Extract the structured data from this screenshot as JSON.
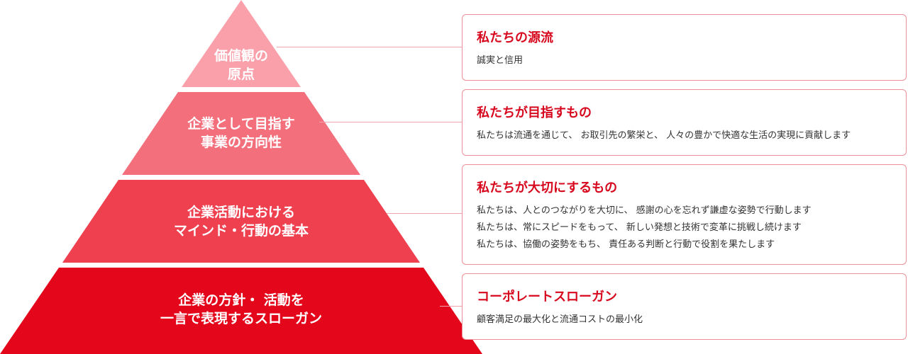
{
  "colors": {
    "tier1": "#f9a0aa",
    "tier2": "#f36f7c",
    "tier3": "#ef4050",
    "tier4": "#e4071c",
    "heading": "#d7081e"
  },
  "tiers": [
    {
      "label": "価値観の\n原点",
      "title": "私たちの源流",
      "lines": [
        "誠実と信用"
      ]
    },
    {
      "label": "企業として目指す\n事業の方向性",
      "title": "私たちが目指すもの",
      "lines": [
        "私たちは流通を通じて、 お取引先の繁栄と、 人々の豊かで快適な生活の実現に貢献します"
      ]
    },
    {
      "label": "企業活動における\nマインド・行動の基本",
      "title": "私たちが大切にするもの",
      "lines": [
        "私たちは、人とのつながりを大切に、 感謝の心を忘れず謙虚な姿勢で行動します",
        "私たちは、常にスピードをもって、 新しい発想と技術で変革に挑戦し続けます",
        "私たちは、協働の姿勢をもち、 責任ある判断と行動で役割を果たします"
      ]
    },
    {
      "label": "企業の方針・ 活動を\n一言で表現するスローガン",
      "title": "コーポレートスローガン",
      "lines": [
        "顧客満足の最大化と流通コストの最小化"
      ]
    }
  ]
}
